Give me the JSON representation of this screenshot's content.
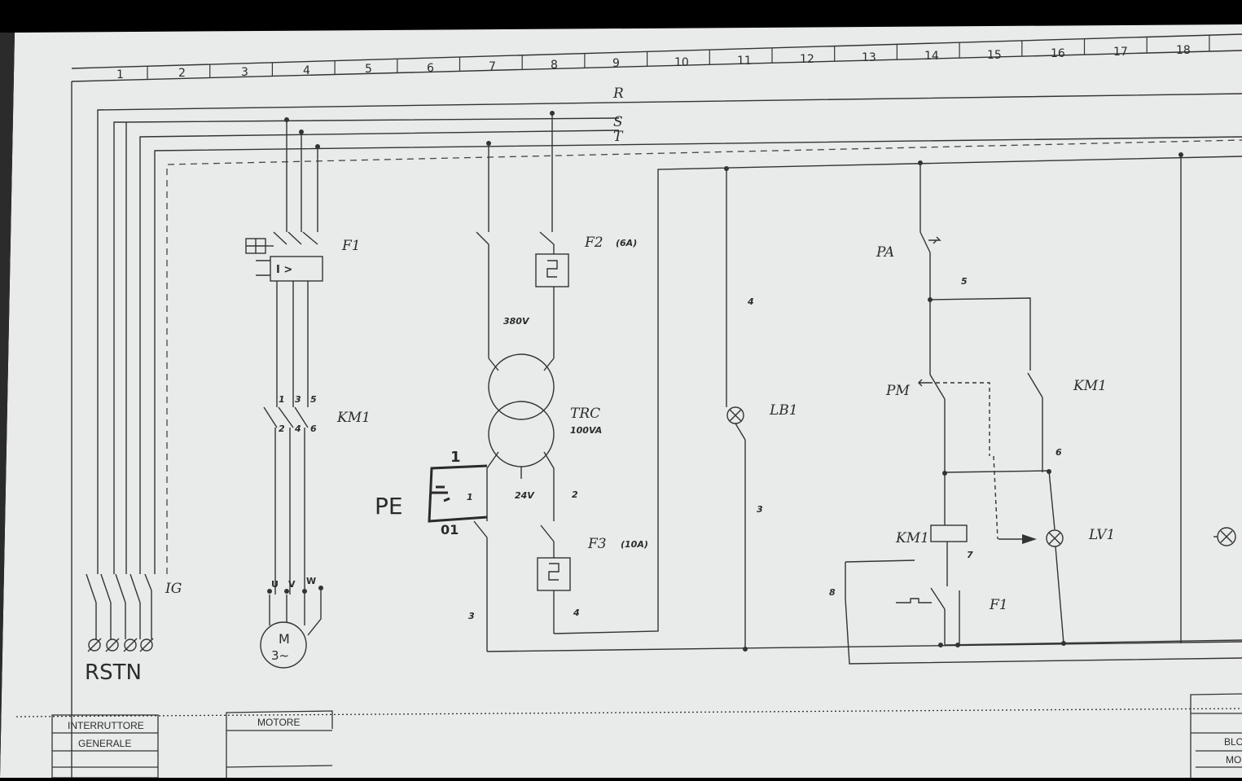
{
  "grid_numbers": [
    "1",
    "2",
    "3",
    "4",
    "5",
    "6",
    "7",
    "8",
    "9",
    "10",
    "11",
    "12",
    "13",
    "14",
    "15",
    "16",
    "17",
    "18"
  ],
  "phases": {
    "r": "R",
    "s": "S",
    "t": "T"
  },
  "components": {
    "f1_top": "F1",
    "f2": "F2",
    "f2_rating": "(6A)",
    "km1_motor": "KM1",
    "ig": "IG",
    "motor_m": "M",
    "motor_phase": "3~",
    "terminals": "RSTN",
    "uvw": [
      "U",
      "V",
      "W"
    ],
    "km1_contacts": [
      "1",
      "3",
      "5",
      "2",
      "4",
      "6"
    ],
    "trc": "TRC",
    "trc_rating": "100VA",
    "primary_v": "380V",
    "secondary_v": "24V",
    "f3": "F3",
    "f3_rating": "(10A)",
    "lb1": "LB1",
    "pa": "PA",
    "pm": "PM",
    "km1_aux": "KM1",
    "km1_coil": "KM1",
    "lv1": "LV1",
    "f1_aux": "F1",
    "pe_hand": "PE",
    "hand_1": "1",
    "hand_01": "01"
  },
  "wire_numbers": {
    "w4_trc": "4",
    "w2_trc": "2",
    "w3_left": "3",
    "w4_f3": "4",
    "w1_trc": "1",
    "w4_lb": "4",
    "w3_lb": "3",
    "w5": "5",
    "w6": "6",
    "w7": "7",
    "w8": "8"
  },
  "title_block": {
    "interruttore": "INTERRUTTORE",
    "generale": "GENERALE",
    "motore": "MOTORE",
    "right_1": "BLO",
    "right_2": "MO"
  }
}
